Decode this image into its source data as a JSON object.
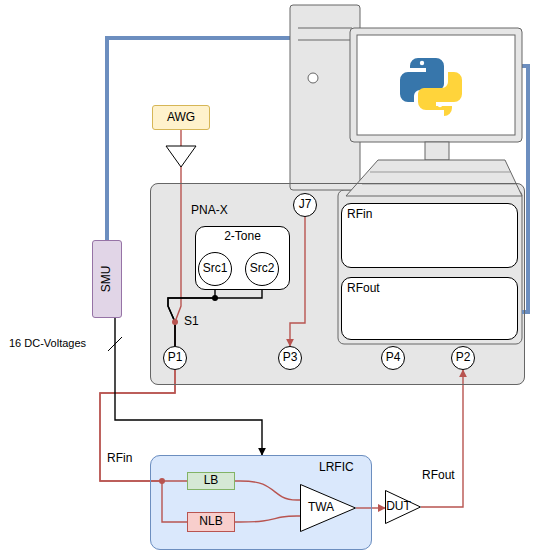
{
  "diagram": {
    "nodes": [
      {
        "text": [
          "AWG"
        ]
      },
      {
        "text": [
          "SMU"
        ]
      },
      {
        "text": [
          "PNA-X"
        ]
      },
      {
        "text": [
          "2-Tone"
        ],
        "in": 2
      },
      {
        "text": [
          "Src1"
        ],
        "in": 3
      },
      {
        "text": [
          "Src2"
        ],
        "in": 3
      },
      {
        "text": [
          "J7"
        ],
        "in": 2
      },
      {
        "text": [
          "RFin"
        ],
        "in": 2
      },
      {
        "text": [
          "RFout"
        ],
        "in": 2
      },
      {
        "text": [
          "P1"
        ],
        "in": 2
      },
      {
        "text": [
          "P3"
        ],
        "in": 2
      },
      {
        "text": [
          "P4"
        ],
        "in": 2
      },
      {
        "text": [
          "P2"
        ],
        "in": 2
      },
      {
        "text": [
          "LRFIC"
        ]
      },
      {
        "text": [
          "LB"
        ],
        "in": 13
      },
      {
        "text": [
          "NLB"
        ],
        "in": 13
      },
      {
        "text": [
          "TWA"
        ],
        "in": 13
      },
      {
        "text": [
          "DUT"
        ]
      }
    ],
    "edges": [
      {
        "from": 6,
        "to": 10,
        "arrow": "to"
      },
      {
        "from": 0,
        "to": 9,
        "arrow": "none"
      },
      {
        "from": 4,
        "to": 9,
        "arrow": "none"
      },
      {
        "from": 5,
        "to": 9,
        "arrow": "none"
      },
      {
        "from": 9,
        "to": 14,
        "label": "RFin",
        "arrow": "none"
      },
      {
        "from": 9,
        "to": 15,
        "arrow": "none"
      },
      {
        "from": 14,
        "to": 16,
        "arrow": "none"
      },
      {
        "from": 15,
        "to": 16,
        "arrow": "none"
      },
      {
        "from": 16,
        "to": 17,
        "arrow": "to"
      },
      {
        "from": 17,
        "to": 12,
        "label": "RFout",
        "arrow": "to"
      },
      {
        "from": 1,
        "to": 13,
        "label": "16 DC-Voltages",
        "arrow": "to"
      }
    ],
    "labels": [
      "S1"
    ]
  }
}
